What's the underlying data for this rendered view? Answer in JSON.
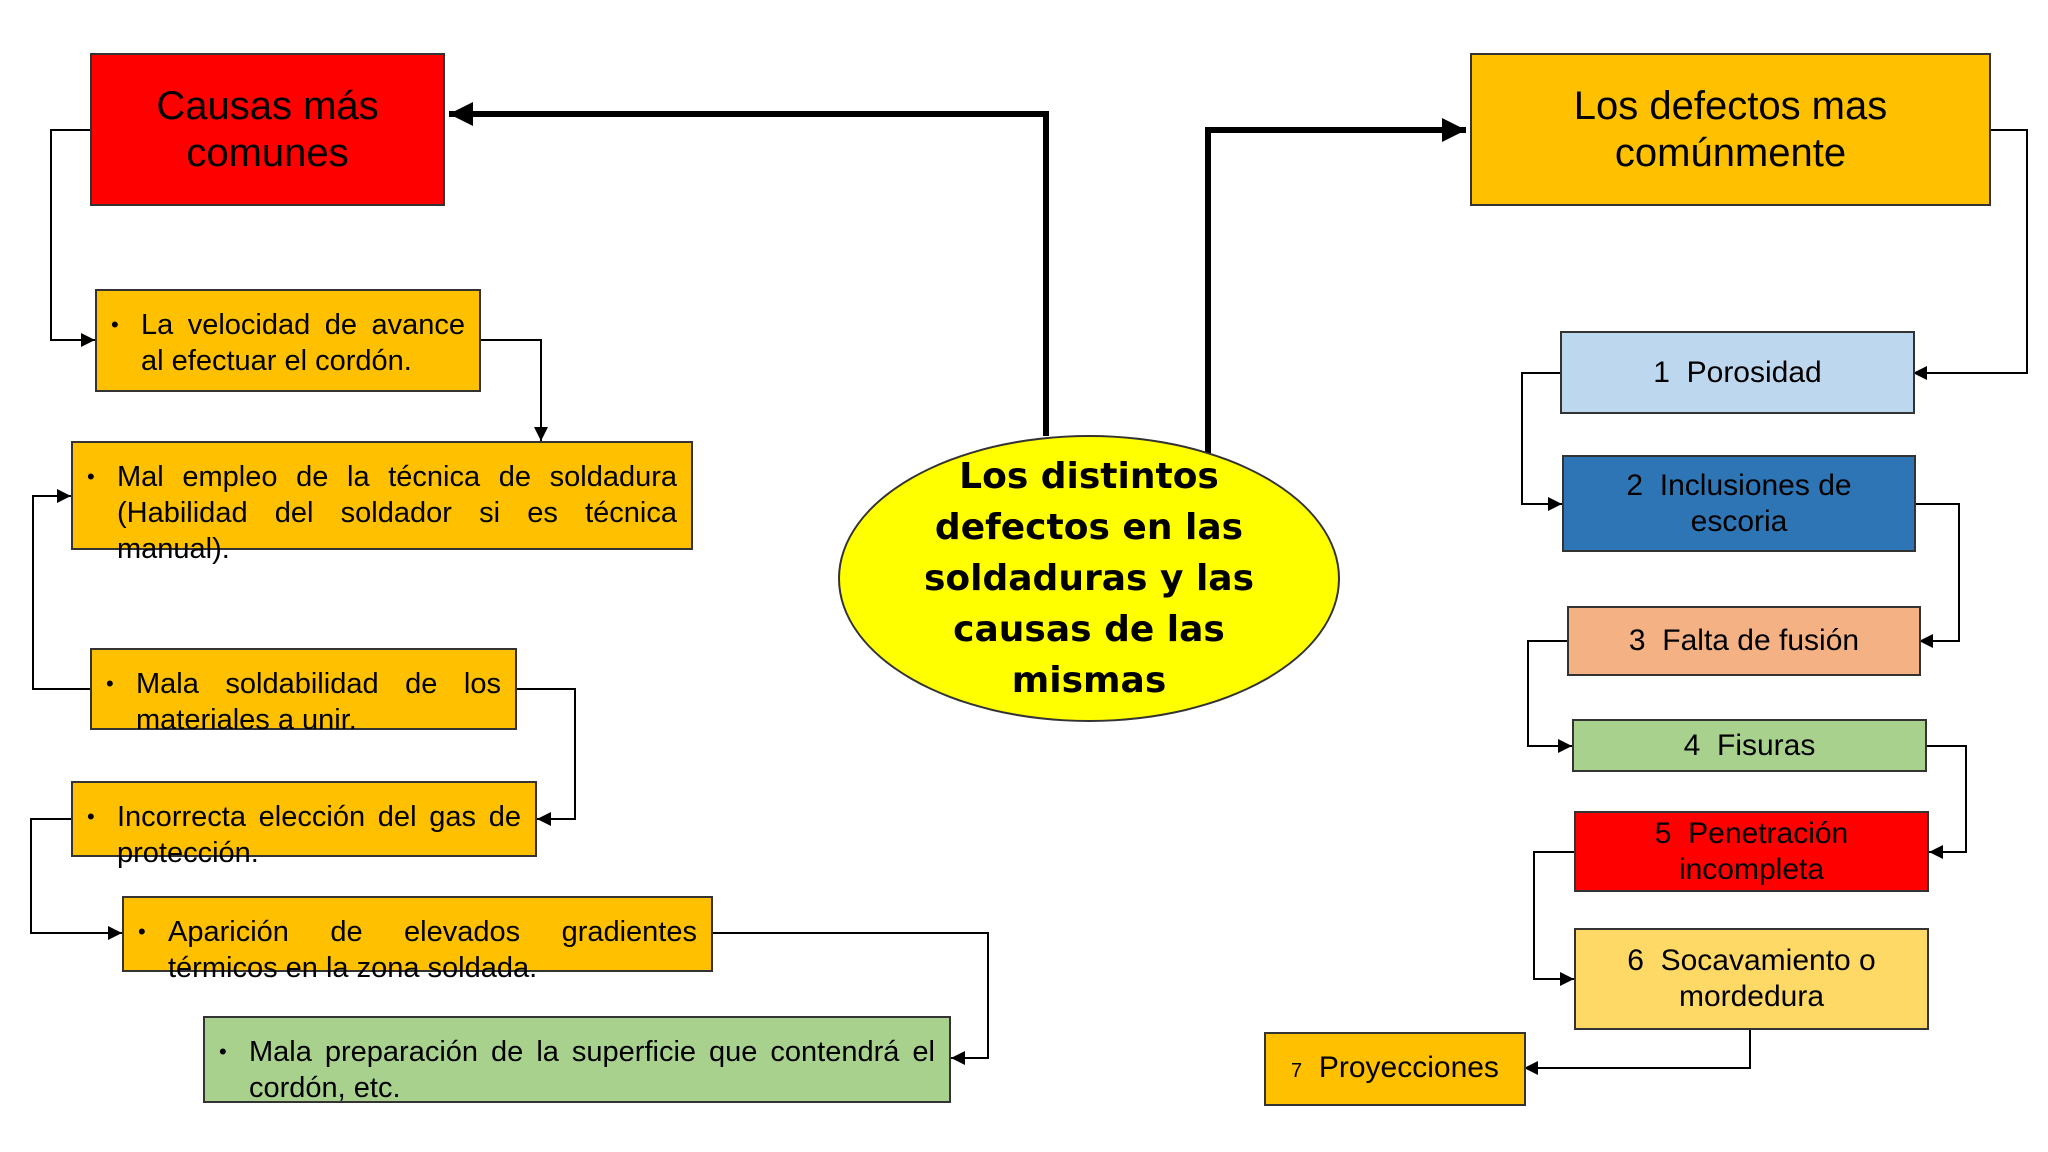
{
  "center": {
    "text": "Los distintos defectos en las soldaduras y las causas de las mismas",
    "color": "#ffff00"
  },
  "causes": {
    "title": "Causas más comunes",
    "color": "#ff0000",
    "items": [
      {
        "text": "La velocidad de avance al efectuar el cordón.",
        "color": "#ffc000"
      },
      {
        "text": "Mal empleo de la técnica de soldadura (Habilidad del soldador si es técnica manual).",
        "color": "#ffc000"
      },
      {
        "text": "Mala soldabilidad de los materiales a unir.",
        "color": "#ffc000"
      },
      {
        "text": "Incorrecta elección del gas de protección.",
        "color": "#ffc000"
      },
      {
        "text": "Aparición de elevados gradientes térmicos en la zona soldada.",
        "color": "#ffc000"
      },
      {
        "text": "Mala preparación de la superficie que contendrá el cordón, etc.",
        "color": "#a9d18e"
      }
    ]
  },
  "defects": {
    "title": "Los defectos mas comúnmente",
    "color": "#ffc000",
    "items": [
      {
        "num": "1",
        "label": "Porosidad",
        "color": "#bdd7ee"
      },
      {
        "num": "2",
        "label": "Inclusiones de escoria",
        "color": "#2e75b6"
      },
      {
        "num": "3",
        "label": "Falta de fusión",
        "color": "#f4b183"
      },
      {
        "num": "4",
        "label": "Fisuras",
        "color": "#a9d18e"
      },
      {
        "num": "5",
        "label": "Penetración incompleta",
        "color": "#ff0000"
      },
      {
        "num": "6",
        "label": "Socavamiento o mordedura",
        "color": "#ffd966"
      },
      {
        "num": "7",
        "label": "Proyecciones",
        "color": "#ffc000"
      }
    ]
  }
}
